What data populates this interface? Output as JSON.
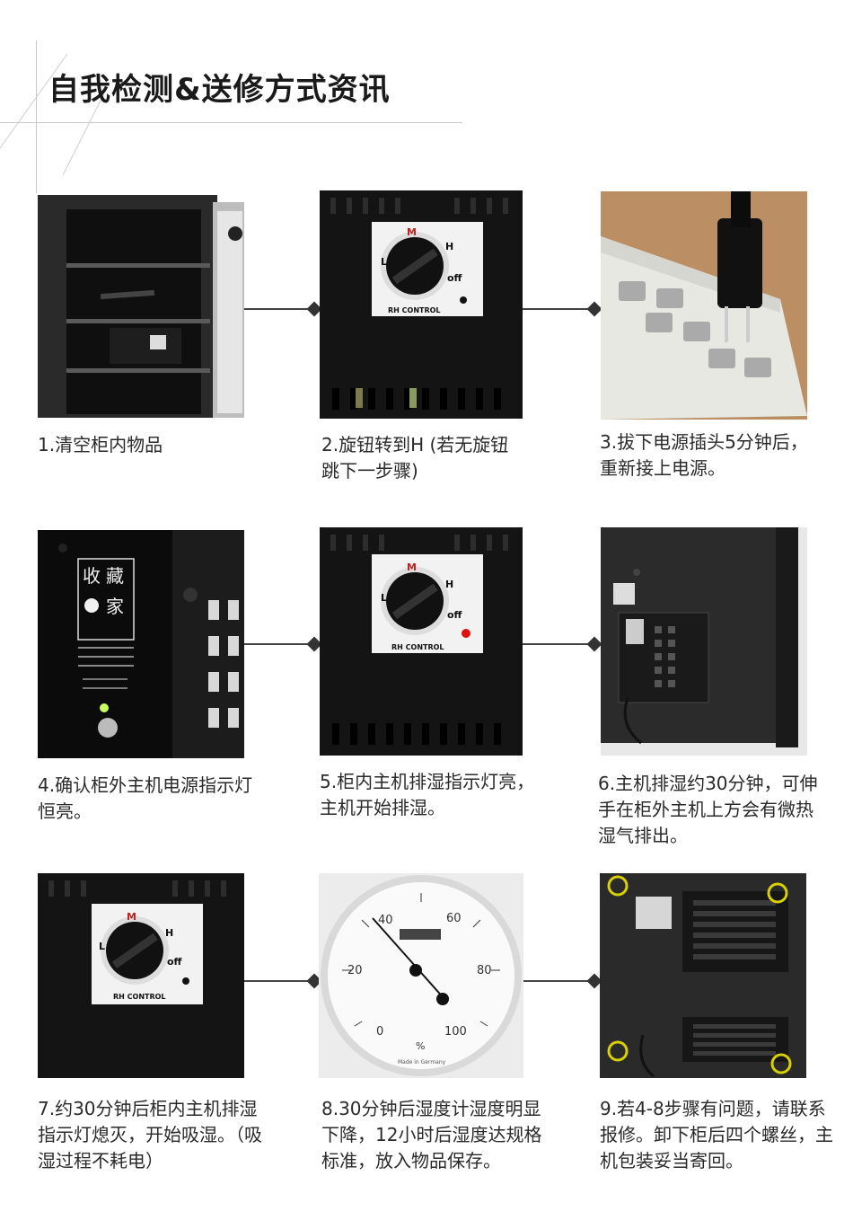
{
  "page": {
    "title": "自我检测&送修方式资讯"
  },
  "steps": [
    {
      "caption": "1.清空柜内物品"
    },
    {
      "caption": "2.旋钮转到H (若无旋钮跳下一步骤)"
    },
    {
      "caption": "3.拔下电源插头5分钟后，重新接上电源。"
    },
    {
      "caption": "4.确认柜外主机电源指示灯恒亮。"
    },
    {
      "caption": "5.柜内主机排湿指示灯亮，主机开始排湿。"
    },
    {
      "caption": "6.主机排湿约30分钟，可伸手在柜外主机上方会有微热湿气排出。"
    },
    {
      "caption": "7.约30分钟后柜内主机排湿指示灯熄灭，开始吸湿。（吸湿过程不耗电）"
    },
    {
      "caption": "8.30分钟后湿度计湿度明显下降，12小时后湿度达规格标准，放入物品保存。"
    },
    {
      "caption": "9.若4-8步骤有问题，请联系报修。卸下柜后四个螺丝，主机包装妥当寄回。"
    }
  ],
  "rh_control": {
    "label": "RH CONTROL",
    "l": "L",
    "m": "M",
    "h": "H",
    "off": "off"
  },
  "logo": {
    "chars": [
      "收",
      "藏",
      "家"
    ]
  },
  "hygrometer": {
    "ticks": [
      "0",
      "20",
      "40",
      "60",
      "80",
      "100"
    ],
    "unit": "%",
    "brand": "Made in Germany"
  },
  "colors": {
    "panel_dark": "#151515",
    "indicator_red": "#e01010",
    "indicator_green": "#c8ff60",
    "screw_ring": "#d8d000"
  }
}
